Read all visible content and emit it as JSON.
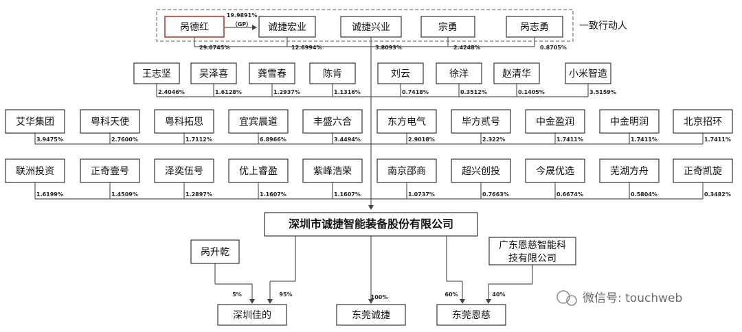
{
  "concert_label": "一致行动人",
  "gp_percent": "19.9891%",
  "gp_label": "（GP）",
  "top_row": [
    {
      "id": "xiedehong",
      "name": "呙德红",
      "pct": "29.6745%",
      "highlight": true
    },
    {
      "id": "chengjie_hongye",
      "name": "诚捷宏业",
      "pct": "12.6994%"
    },
    {
      "id": "chengjie_xingye",
      "name": "诚捷兴业",
      "pct": "3.8093%"
    },
    {
      "id": "zongyong",
      "name": "宗勇",
      "pct": "2.4248%"
    },
    {
      "id": "xiezhiyong",
      "name": "呙志勇",
      "pct": "0.8705%"
    }
  ],
  "row2": [
    {
      "name": "王志坚",
      "pct": "2.4046%"
    },
    {
      "name": "吴泽喜",
      "pct": "1.6128%"
    },
    {
      "name": "龚雪春",
      "pct": "1.2937%"
    },
    {
      "name": "陈肯",
      "pct": "1.1316%"
    },
    {
      "name": "刘云",
      "pct": "0.7418%"
    },
    {
      "name": "徐洋",
      "pct": "0.3512%"
    },
    {
      "name": "赵清华",
      "pct": "0.1405%"
    },
    {
      "name": "小米智造",
      "pct": "3.5159%"
    }
  ],
  "row3": [
    {
      "name": "艾华集团",
      "pct": "3.9475%"
    },
    {
      "name": "粤科天使",
      "pct": "2.7600%"
    },
    {
      "name": "粤科拓思",
      "pct": "1.7112%"
    },
    {
      "name": "宜宾晨道",
      "pct": "6.8966%"
    },
    {
      "name": "丰盛六合",
      "pct": "3.4494%"
    },
    {
      "name": "东方电气",
      "pct": "2.9018%"
    },
    {
      "name": "毕方贰号",
      "pct": "2.322%"
    },
    {
      "name": "中金盈润",
      "pct": "1.7411%"
    },
    {
      "name": "中金明润",
      "pct": "1.7411%"
    },
    {
      "name": "北京招环",
      "pct": "1.7411%"
    }
  ],
  "row4": [
    {
      "name": "联洲投资",
      "pct": "1.6199%"
    },
    {
      "name": "正奇壹号",
      "pct": "1.4509%"
    },
    {
      "name": "泽奕伍号",
      "pct": "1.2897%"
    },
    {
      "name": "优上睿盈",
      "pct": "1.1607%"
    },
    {
      "name": "紫峰浩荣",
      "pct": "1.1607%"
    },
    {
      "name": "南京邵商",
      "pct": "1.0737%"
    },
    {
      "name": "超兴创投",
      "pct": "0.7663%"
    },
    {
      "name": "今晟优选",
      "pct": "0.6674%"
    },
    {
      "name": "芜湖方舟",
      "pct": "0.5804%"
    },
    {
      "name": "正奇凯旋",
      "pct": "0.3482%"
    }
  ],
  "company": "深圳市诚捷智能装备股份有限公司",
  "xieshengqian": "呙升乾",
  "guangdong_line1": "广东恩慈智能科",
  "guangdong_line2": "技有限公司",
  "subsidiaries": [
    {
      "name": "深圳佳的",
      "pct_a": "5%",
      "pct_b": "95%"
    },
    {
      "name": "东莞诚捷",
      "pct": "100%"
    },
    {
      "name": "东莞恩慈",
      "pct_a": "60%",
      "pct_b": "40%"
    }
  ],
  "watermark": "微信号: touchweb",
  "colors": {
    "highlight": "#c0392b",
    "line": "#555555",
    "dash": "#777777",
    "text": "#111111"
  }
}
